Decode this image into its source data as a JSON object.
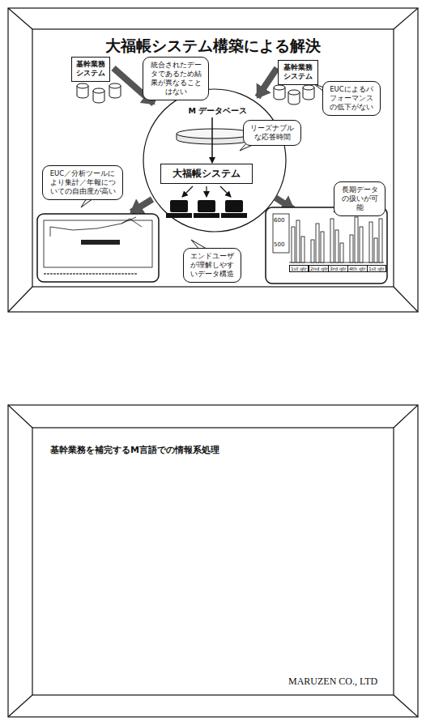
{
  "diagram": {
    "title": "大福帳システム構築による解決",
    "nodes": [
      {
        "text": [
          "基幹業務 システム"
        ]
      },
      {
        "text": [
          "統合されたデータであるため結果が異なることはない"
        ]
      },
      {
        "text": [
          "基幹業務 システム"
        ]
      },
      {
        "text": [
          "EUCによるパフォーマンスの低下がない"
        ]
      },
      {
        "text": [
          "M データベース"
        ]
      },
      {
        "text": [
          "リーズナブルな応答時間"
        ]
      },
      {
        "text": [
          "大福帳システム"
        ]
      },
      {
        "text": [
          "EUC／分析ツールにより集計／年報についての自由度が高い"
        ]
      },
      {
        "text": [
          "長期データの扱いが可能"
        ]
      },
      {
        "text": [
          "エンドユーザが理解しやすいデータ構造"
        ]
      }
    ],
    "edges": [
      {
        "from": 4,
        "to": 6,
        "arrow": "to"
      }
    ],
    "labels": [
      "600",
      "500",
      "1st qtr",
      "2nd qtr",
      "3rd qtr",
      "4th qtr",
      "1st qtr",
      "基幹業務を補完するM言語での情報系処理",
      "MARUZEN CO., LTD"
    ]
  }
}
